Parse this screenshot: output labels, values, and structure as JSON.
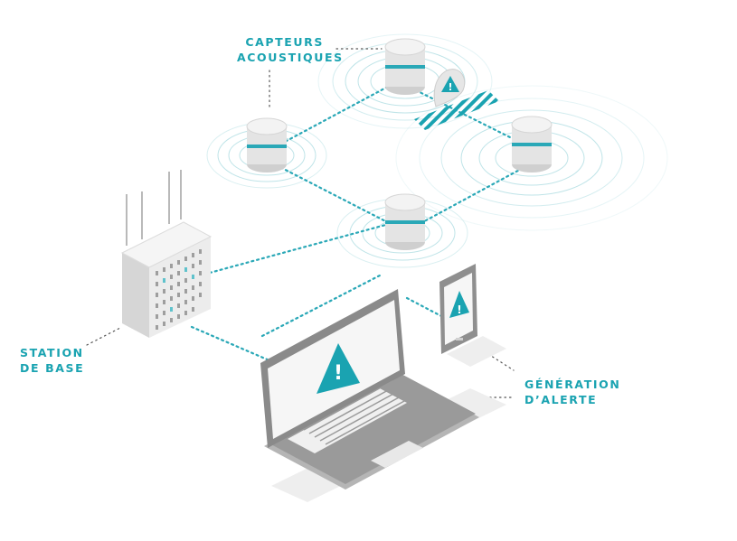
{
  "labels": {
    "sensors": [
      "CAPTEURS",
      "ACOUSTIQUES"
    ],
    "base_station": [
      "STATION",
      "DE BASE"
    ],
    "alert": [
      "GÉNÉRATION",
      "D’ALERTE"
    ]
  },
  "alert_glyph": "!",
  "icons": [
    "sensor-cylinder-icon",
    "base-station-icon",
    "laptop-icon",
    "smartphone-icon",
    "warning-icon",
    "alert-pin-icon"
  ],
  "colors": {
    "accent": "#1aa3b1",
    "link": "#2aa8b7",
    "body_grey": "#d8d8d8",
    "dark_grey": "#8a8a8a",
    "ripple": "#bfe4e8",
    "text_accent": "#1aa3b1"
  }
}
